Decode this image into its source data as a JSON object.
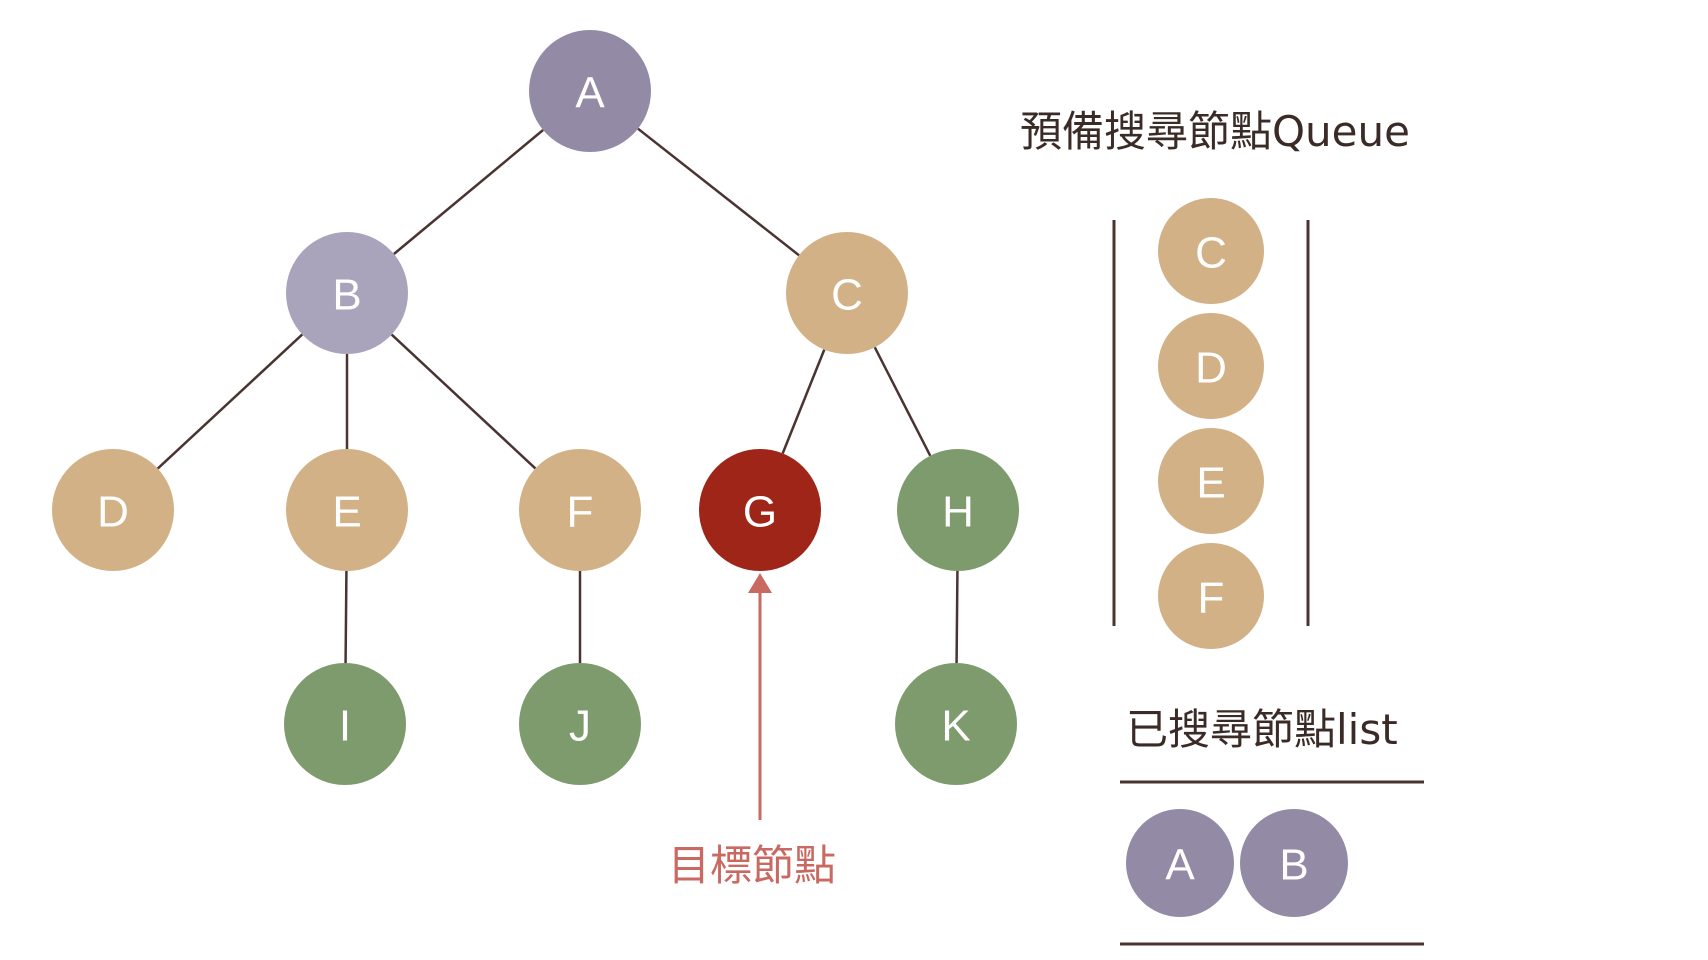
{
  "colors": {
    "visited": "#938aa5",
    "visited_light": "#a9a3bb",
    "queued": "#d2b187",
    "target": "#9e2518",
    "unvisited": "#7e9b6d",
    "edge": "#4a3431",
    "annotation": "#c86a62"
  },
  "tree": {
    "nodes": [
      {
        "id": "A",
        "label": "A",
        "state": "visited"
      },
      {
        "id": "B",
        "label": "B",
        "state": "visited_light"
      },
      {
        "id": "C",
        "label": "C",
        "state": "queued"
      },
      {
        "id": "D",
        "label": "D",
        "state": "queued"
      },
      {
        "id": "E",
        "label": "E",
        "state": "queued"
      },
      {
        "id": "F",
        "label": "F",
        "state": "queued"
      },
      {
        "id": "G",
        "label": "G",
        "state": "target"
      },
      {
        "id": "H",
        "label": "H",
        "state": "unvisited"
      },
      {
        "id": "I",
        "label": "I",
        "state": "unvisited"
      },
      {
        "id": "J",
        "label": "J",
        "state": "unvisited"
      },
      {
        "id": "K",
        "label": "K",
        "state": "unvisited"
      }
    ],
    "edges": [
      [
        "A",
        "B"
      ],
      [
        "A",
        "C"
      ],
      [
        "B",
        "D"
      ],
      [
        "B",
        "E"
      ],
      [
        "B",
        "F"
      ],
      [
        "C",
        "G"
      ],
      [
        "C",
        "H"
      ],
      [
        "E",
        "I"
      ],
      [
        "F",
        "J"
      ],
      [
        "H",
        "K"
      ]
    ]
  },
  "target_annotation": {
    "label": "目標節點",
    "points_to": "G"
  },
  "queue": {
    "title": "預備搜尋節點Queue",
    "items": [
      "C",
      "D",
      "E",
      "F"
    ]
  },
  "visited_list": {
    "title": "已搜尋節點list",
    "items": [
      "A",
      "B"
    ]
  }
}
